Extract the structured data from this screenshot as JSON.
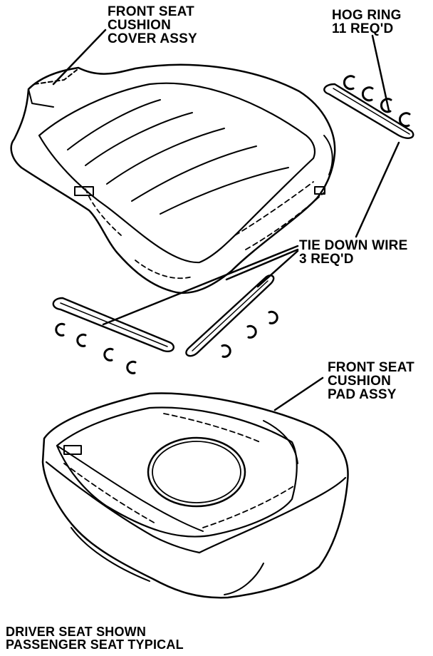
{
  "title": "",
  "labels": {
    "cover_assy": [
      "FRONT SEAT",
      "CUSHION",
      "COVER ASSY"
    ],
    "hog_ring": [
      "HOG RING",
      "11 REQ'D"
    ],
    "tie_down_wire": [
      "TIE DOWN WIRE",
      "3 REQ'D"
    ],
    "pad_assy": [
      "FRONT SEAT",
      "CUSHION",
      "PAD ASSY"
    ]
  },
  "caption": [
    "DRIVER SEAT SHOWN",
    "PASSENGER SEAT TYPICAL"
  ]
}
